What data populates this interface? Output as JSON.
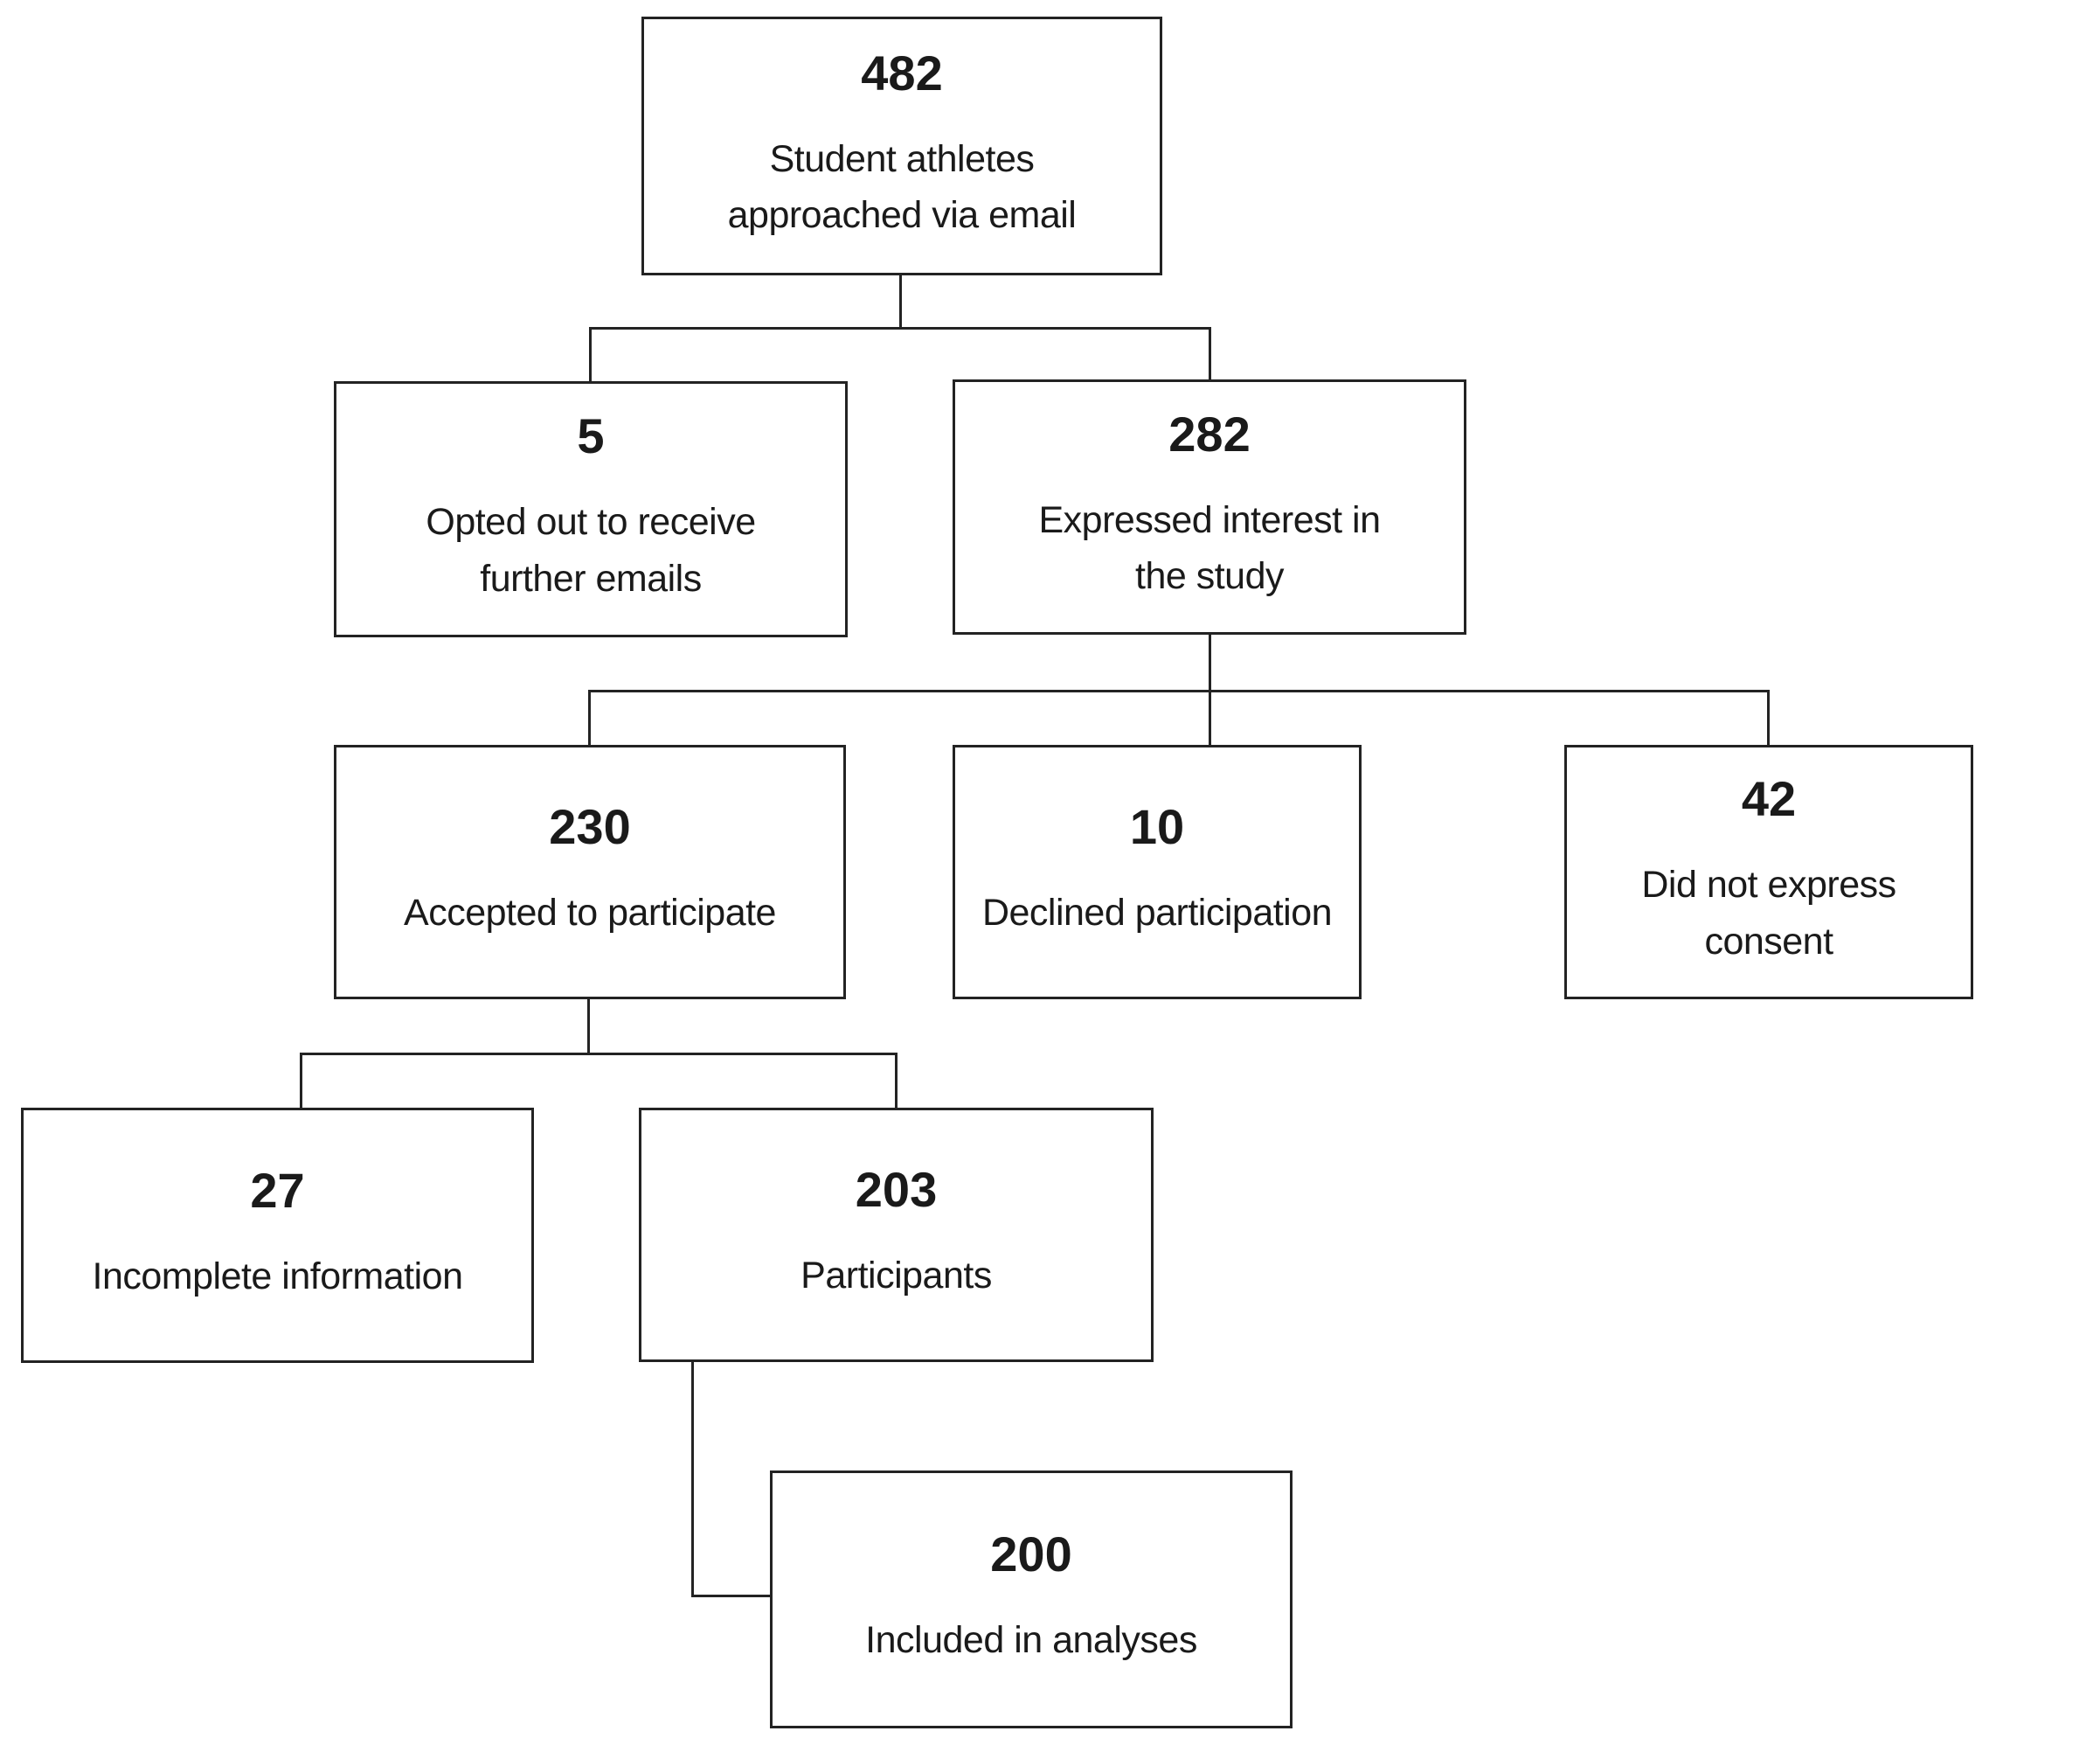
{
  "flowchart": {
    "type": "participant-flow-diagram",
    "colors": {
      "border": "#232323",
      "text": "#1a1a1a",
      "background": "#ffffff"
    },
    "boxes": [
      {
        "id": "approached",
        "count": "482",
        "label": "Student athletes\napproached via email"
      },
      {
        "id": "opted-out",
        "count": "5",
        "label": "Opted out to receive\nfurther emails"
      },
      {
        "id": "expressed-interest",
        "count": "282",
        "label": "Expressed interest in\nthe study"
      },
      {
        "id": "accepted",
        "count": "230",
        "label": "Accepted to participate"
      },
      {
        "id": "declined",
        "count": "10",
        "label": "Declined participation"
      },
      {
        "id": "no-consent",
        "count": "42",
        "label": "Did not express\nconsent"
      },
      {
        "id": "incomplete",
        "count": "27",
        "label": "Incomplete information"
      },
      {
        "id": "participants",
        "count": "203",
        "label": "Participants"
      },
      {
        "id": "included-analyses",
        "count": "200",
        "label": "Included in analyses"
      }
    ]
  }
}
